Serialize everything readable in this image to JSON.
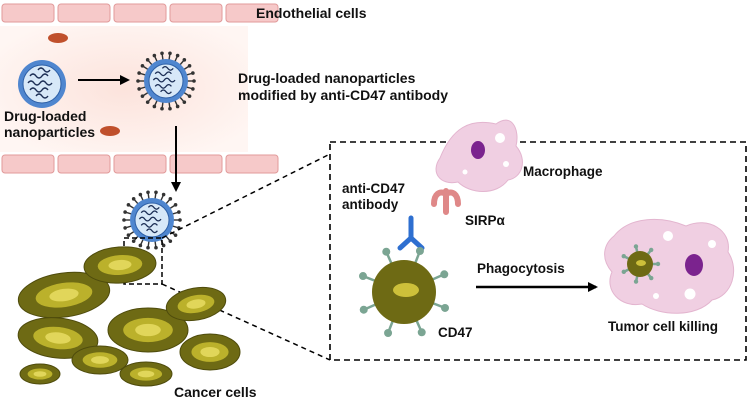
{
  "labels": {
    "endothelial": "Endothelial cells",
    "np_line1": "Drug-loaded",
    "np_line2": "nanoparticles",
    "mod_line1": "Drug-loaded nanoparticles",
    "mod_line2": "modified by anti-CD47 antibody",
    "macrophage": "Macrophage",
    "anti_line1": "anti-CD47",
    "anti_line2": "antibody",
    "sirp": "SIRPα",
    "phago": "Phagocytosis",
    "cd47": "CD47",
    "tumor_kill": "Tumor cell killing",
    "cancer": "Cancer cells"
  },
  "colors": {
    "endothelial_fill": "#f6c9c9",
    "endothelial_stroke": "#e19a9a",
    "vessel_bg": "#fdebe6",
    "rbc": "#c0502c",
    "np_blue": "#4f86cf",
    "np_inner": "#d7e8f8",
    "cancer_cell": "#6e6a14",
    "nucleus": "#cdc03a",
    "receptor": "#7ba593",
    "antibody": "#2e6fd0",
    "macrophage": "#f0cfe2",
    "macrophage_nucleus": "#7b238e",
    "sirp": "#df8888"
  },
  "icons": [
    "nanoparticle-icon",
    "antibody-icon",
    "macrophage-icon",
    "cancer-cell-icon",
    "arrow-icon"
  ]
}
